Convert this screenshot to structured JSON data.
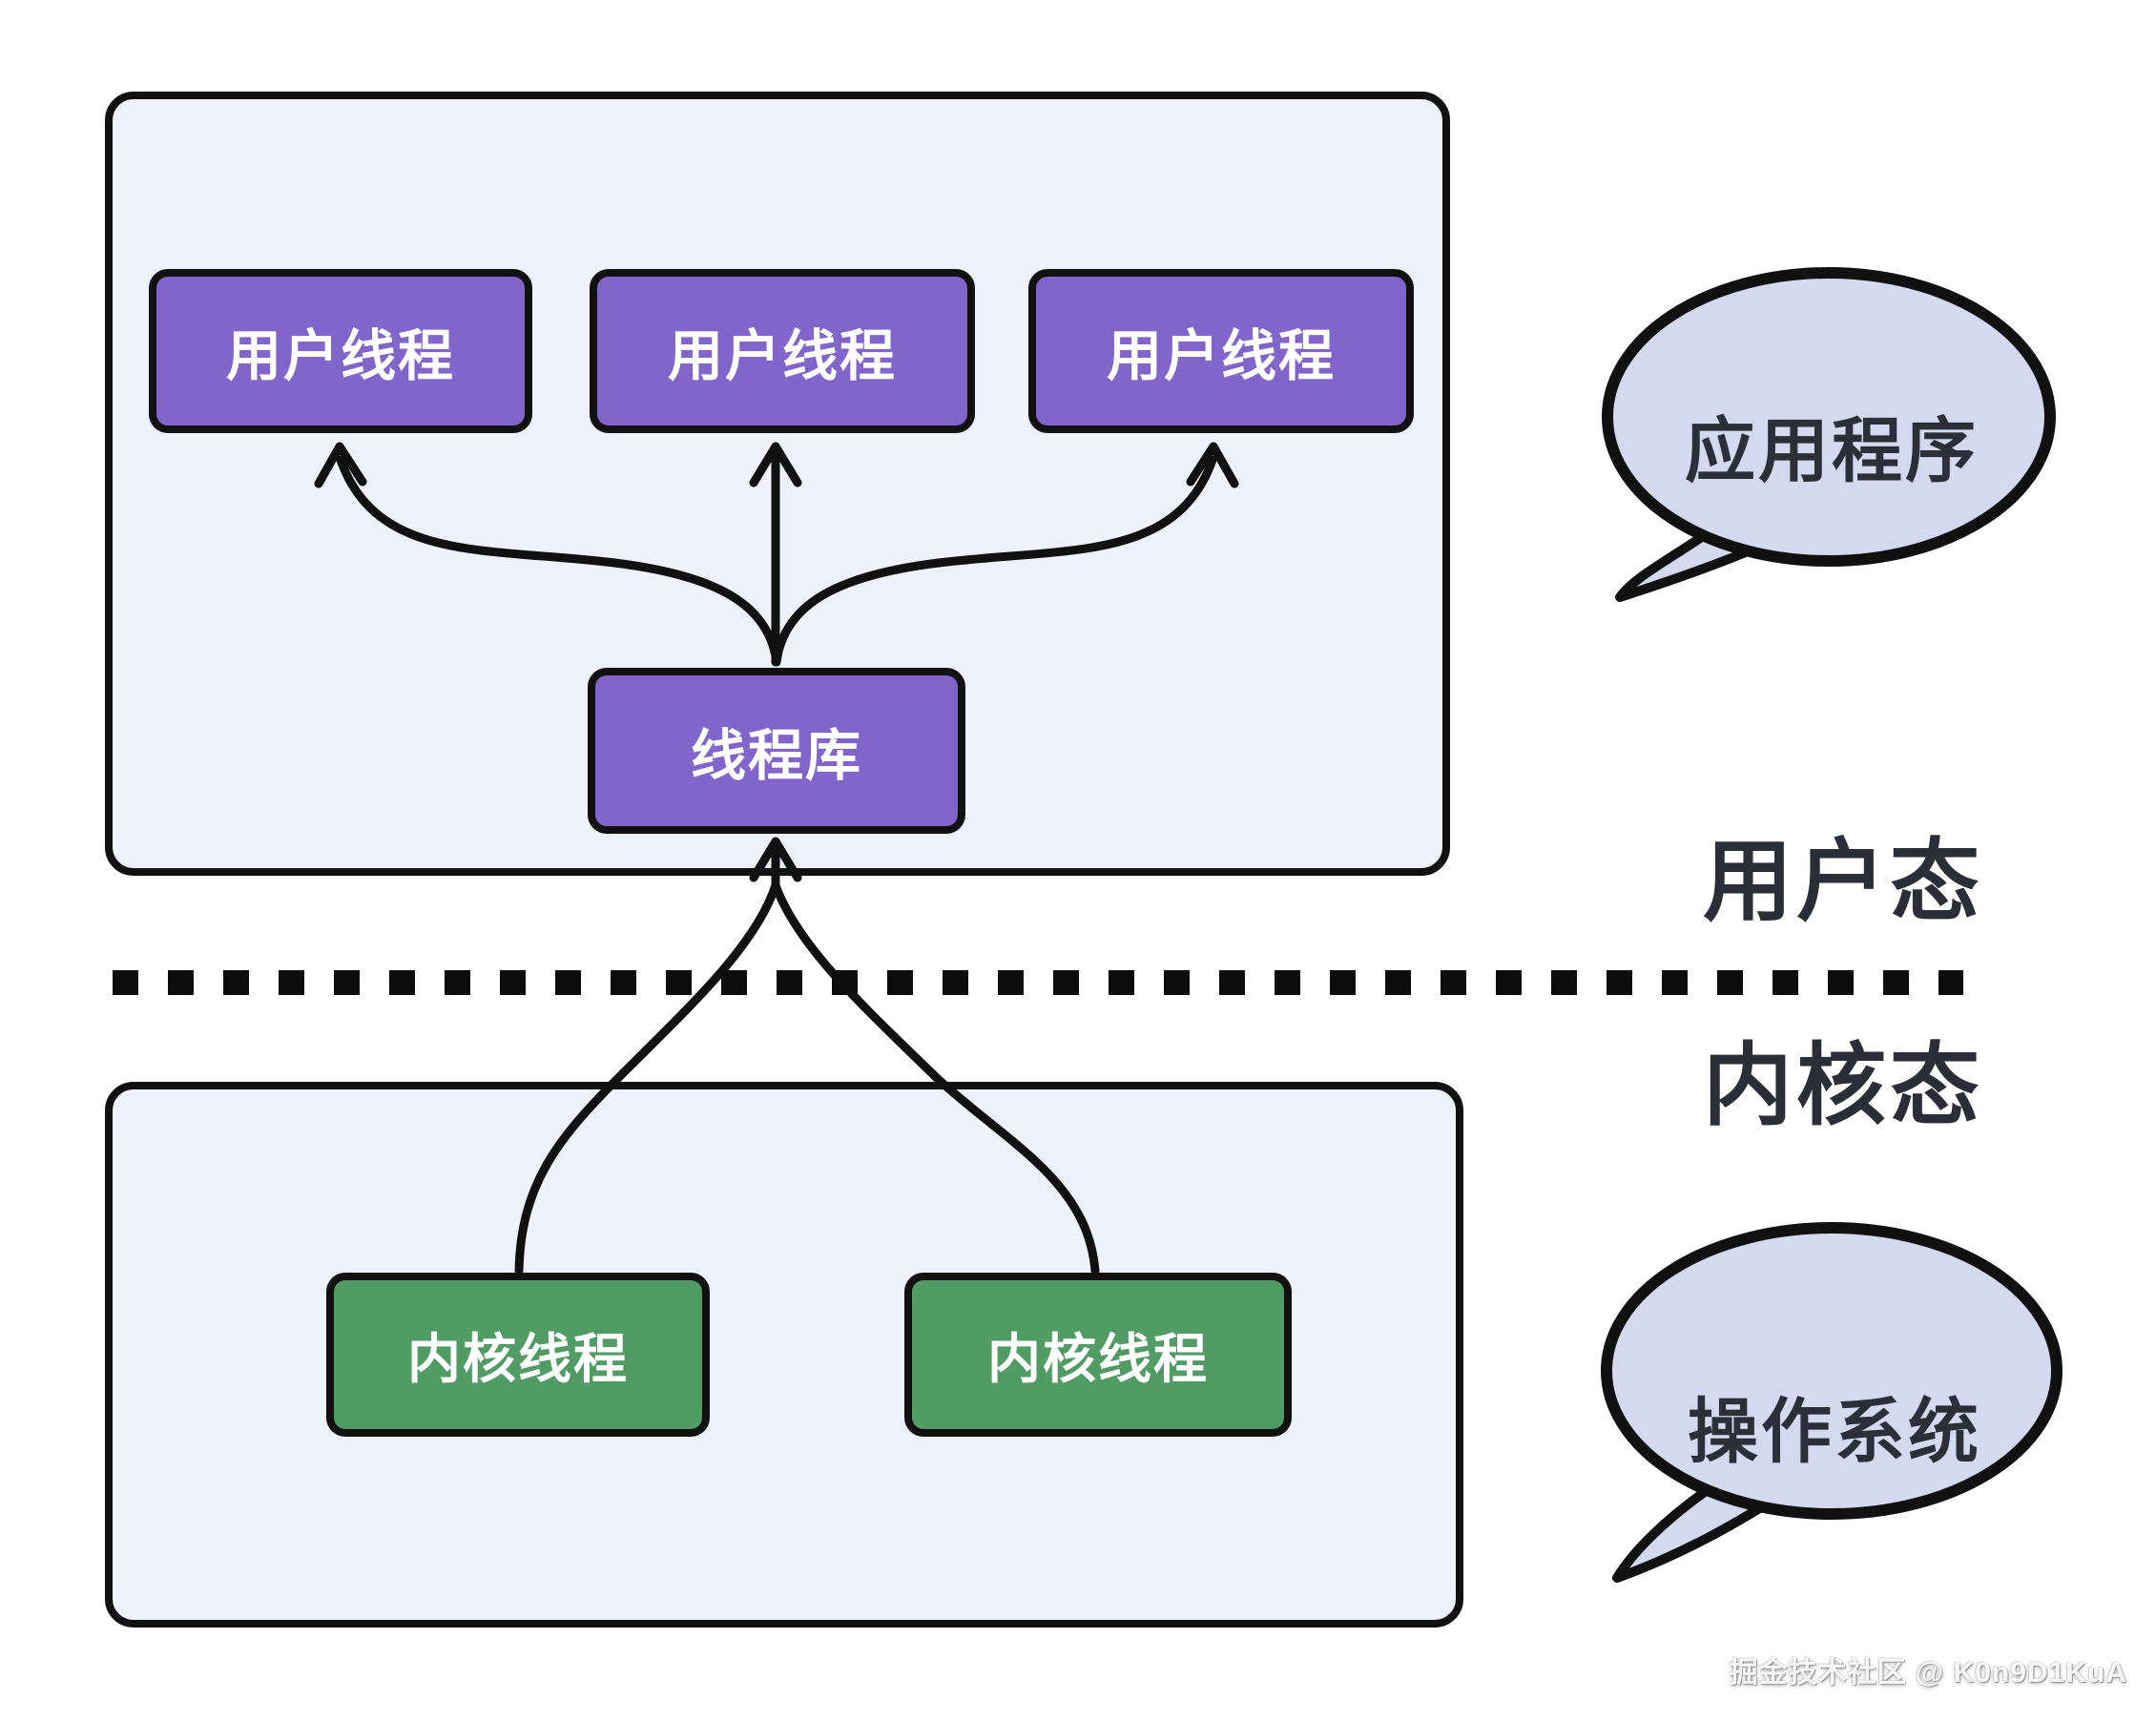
{
  "diagram": {
    "user_space": {
      "user_threads": [
        "用户线程",
        "用户线程",
        "用户线程"
      ],
      "thread_library_label": "线程库"
    },
    "kernel_space": {
      "kernel_threads": [
        "内核线程",
        "内核线程"
      ]
    },
    "side_labels": {
      "user_mode": "用户态",
      "kernel_mode": "内核态"
    },
    "bubbles": {
      "application": "应用程序",
      "operating_system": "操作系统"
    },
    "watermark": "掘金技术社区 @ K0n9D1KuA",
    "colors": {
      "user_thread_fill": "#8265cb",
      "kernel_thread_fill": "#519b64",
      "container_fill": "#eef1f9",
      "bubble_fill": "#d5d9ef",
      "line_color": "#111111",
      "dark_text": "#2b2e37",
      "node_text": "#ffffff"
    }
  }
}
